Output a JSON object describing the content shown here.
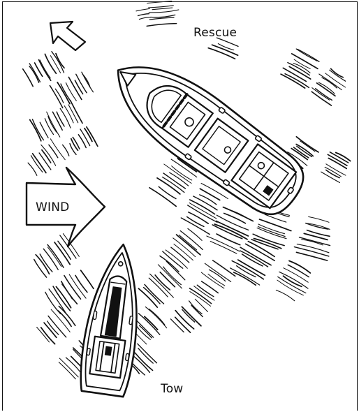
{
  "labels": {
    "rescue": "Rescue",
    "wind": "WIND",
    "tow": "Tow"
  },
  "icons": {
    "wind_direction": "large-right-arrow-icon",
    "drift_direction": "small-up-left-arrow-icon"
  },
  "colors": {
    "ink": "#111111",
    "background": "#ffffff"
  }
}
